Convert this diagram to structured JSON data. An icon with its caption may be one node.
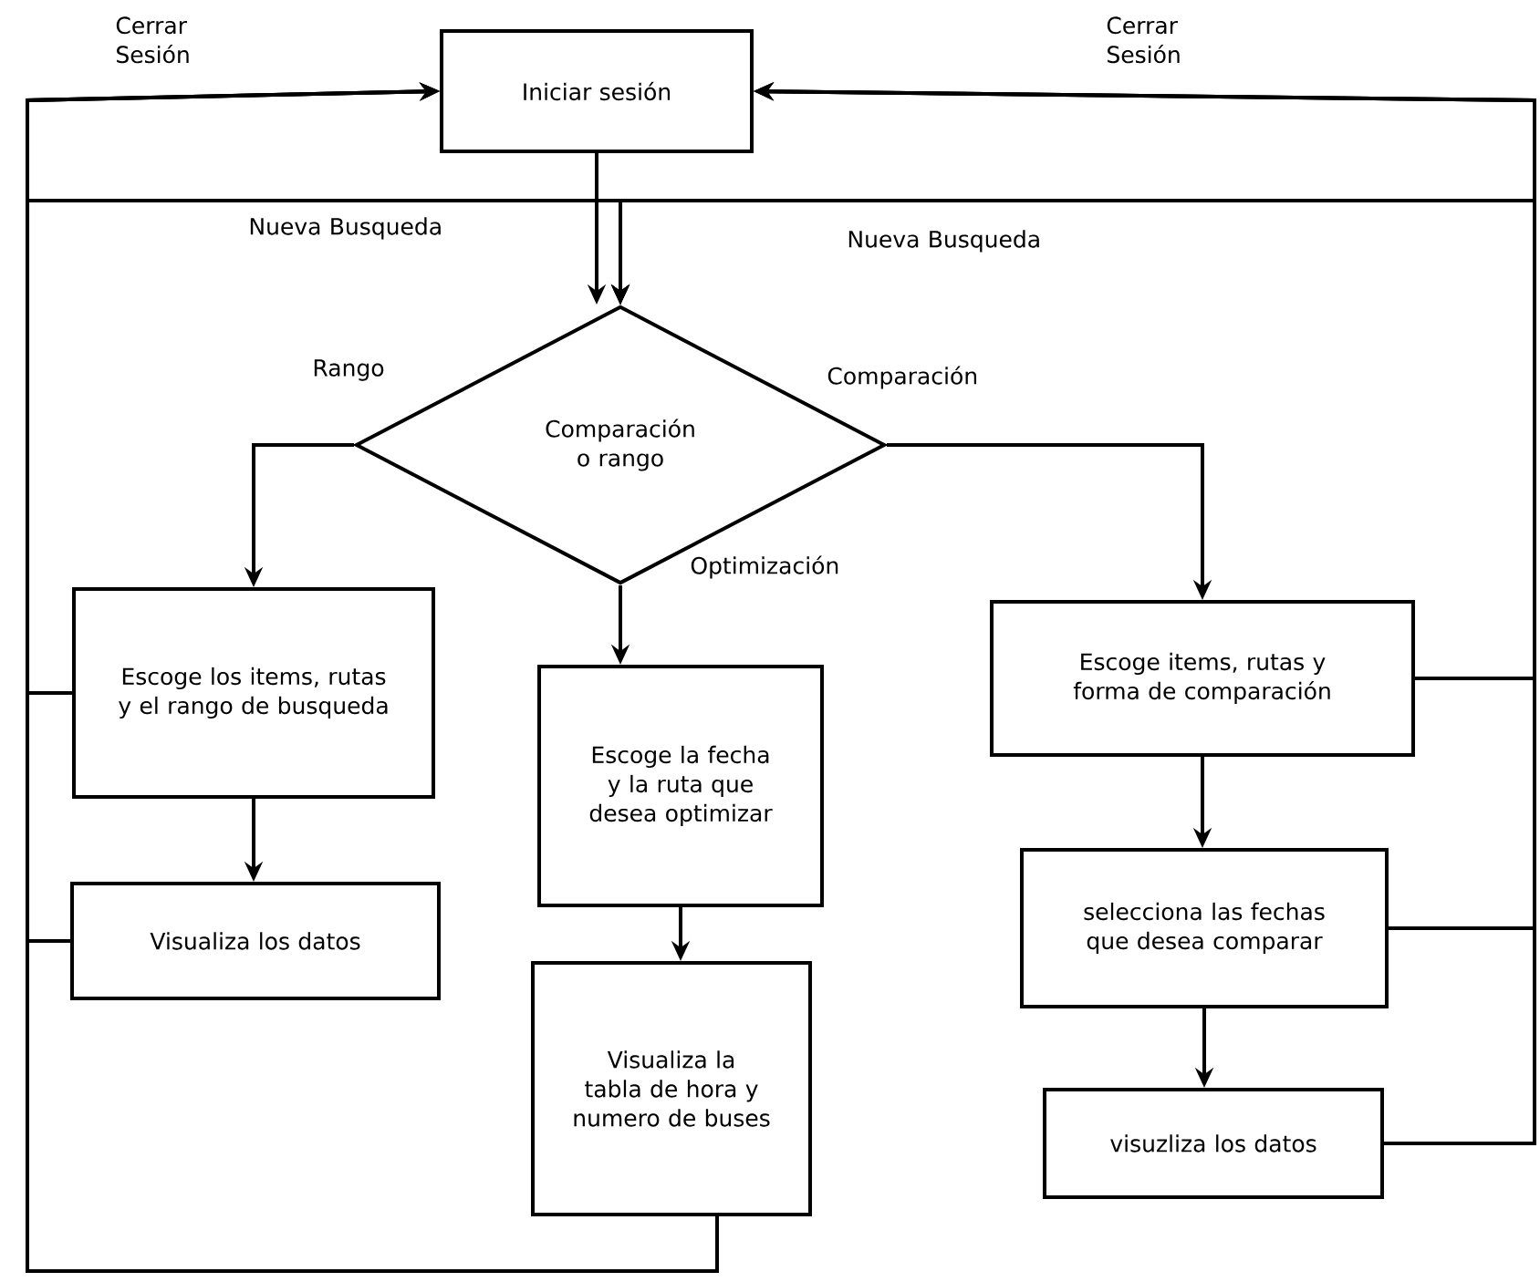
{
  "diagram": {
    "nodes": [
      {
        "text": [
          "Iniciar sesión"
        ]
      },
      {
        "text": [
          "Comparación o rango"
        ]
      },
      {
        "text": [
          "Escoge los items, rutas y el rango de busqueda"
        ]
      },
      {
        "text": [
          "Escoge la fecha y la ruta que desea optimizar"
        ]
      },
      {
        "text": [
          "Visualiza la tabla de hora y numero de buses"
        ]
      },
      {
        "text": [
          "Visualiza los datos"
        ]
      },
      {
        "text": [
          "Escoge items, rutas y forma de comparación"
        ]
      },
      {
        "text": [
          "selecciona las fechas que desea comparar"
        ]
      },
      {
        "text": [
          "visuzliza los datos"
        ]
      }
    ],
    "edges": [
      {
        "from": 0,
        "to": 1,
        "arrow": "to"
      },
      {
        "from": 1,
        "to": 2,
        "arrow": "to",
        "label": "Rango"
      },
      {
        "from": 1,
        "to": 3,
        "arrow": "to",
        "label": "Optimización"
      },
      {
        "from": 1,
        "to": 6,
        "arrow": "to",
        "label": "Comparación"
      },
      {
        "from": 2,
        "to": 5,
        "arrow": "to"
      },
      {
        "from": 3,
        "to": 4,
        "arrow": "to"
      },
      {
        "from": 6,
        "to": 7,
        "arrow": "to"
      },
      {
        "from": 7,
        "to": 8,
        "arrow": "to"
      },
      {
        "from": 2,
        "to": 0,
        "arrow": "to"
      },
      {
        "from": 5,
        "to": 0,
        "arrow": "to"
      },
      {
        "from": 4,
        "to": 0,
        "arrow": "to"
      },
      {
        "from": 6,
        "to": 0,
        "arrow": "to"
      },
      {
        "from": 7,
        "to": 0,
        "arrow": "to"
      },
      {
        "from": 8,
        "to": 0,
        "arrow": "to"
      },
      {
        "from": 2,
        "to": 1,
        "arrow": "to"
      },
      {
        "from": 5,
        "to": 1,
        "arrow": "to"
      },
      {
        "from": 4,
        "to": 1,
        "arrow": "to"
      },
      {
        "from": 6,
        "to": 1,
        "arrow": "to"
      },
      {
        "from": 7,
        "to": 1,
        "arrow": "to"
      },
      {
        "from": 8,
        "to": 1,
        "arrow": "to"
      }
    ],
    "labels": [
      "Cerrar Sesión",
      "Cerrar Sesión",
      "Nueva Busqueda",
      "Nueva Busqueda"
    ]
  }
}
